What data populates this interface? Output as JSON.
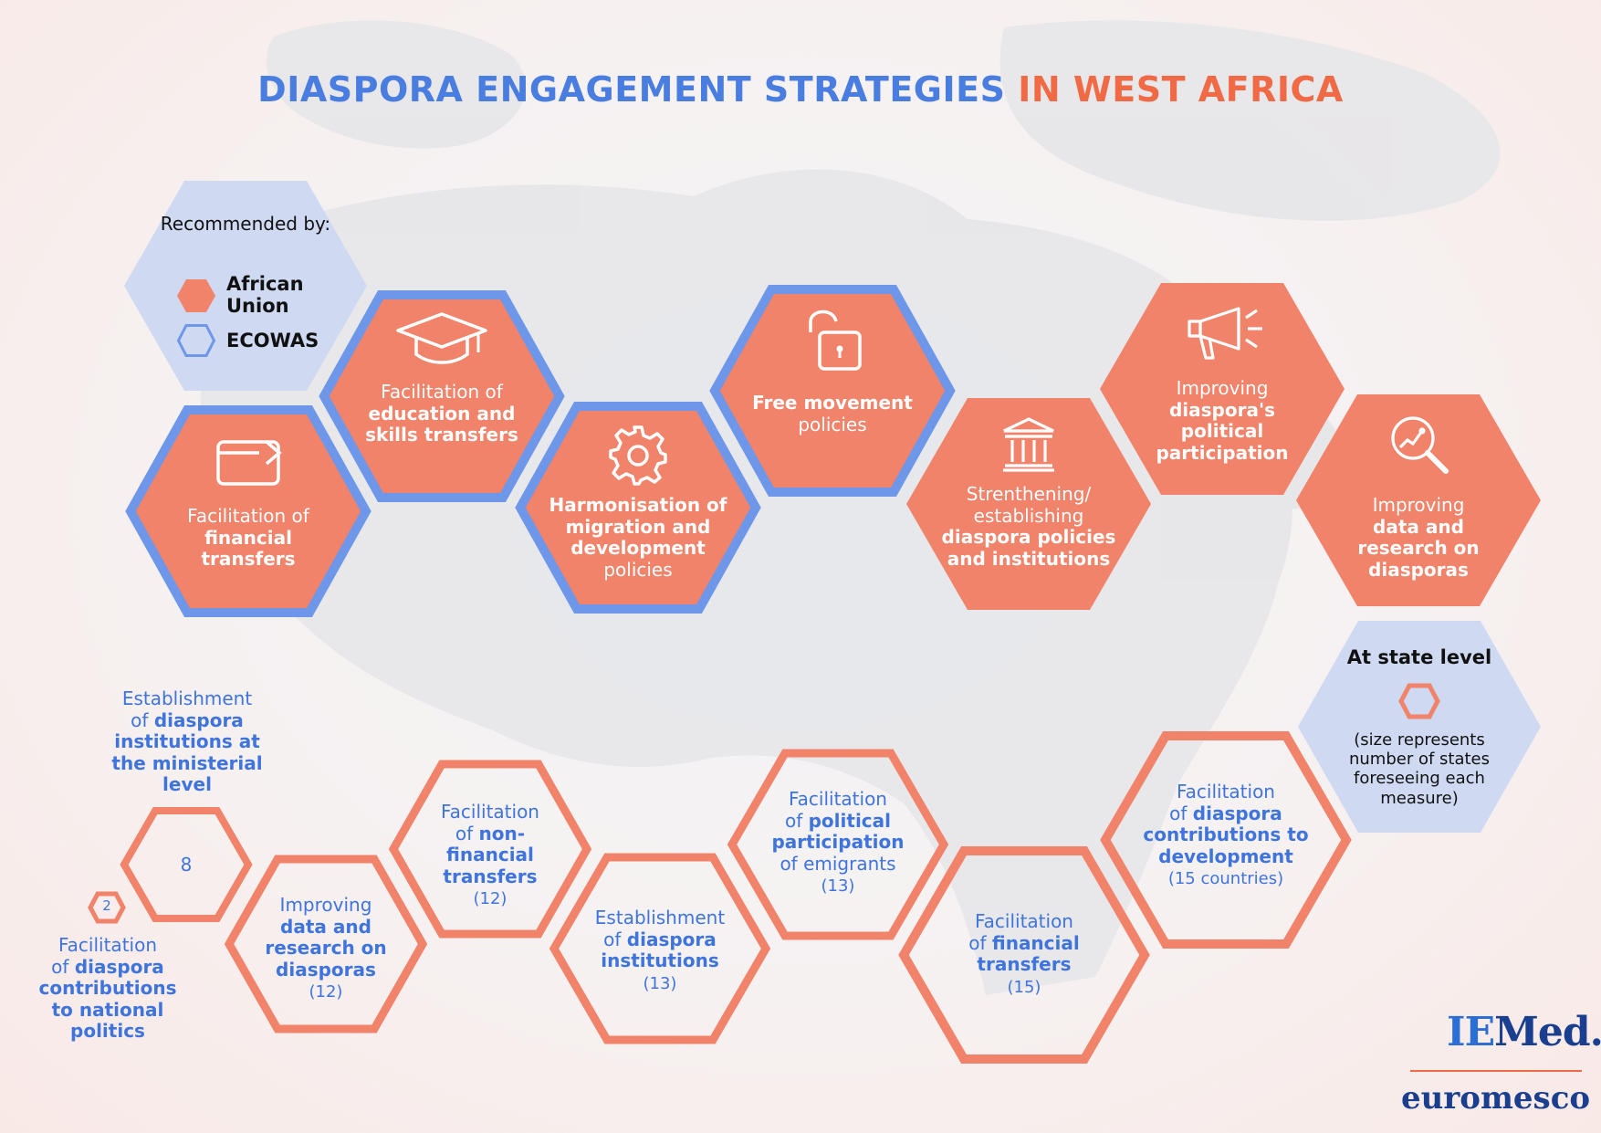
{
  "title": {
    "part1": "DIASPORA ENGAGEMENT STRATEGIES",
    "part2": "IN WEST AFRICA"
  },
  "colors": {
    "orange": "#f0836a",
    "blue": "#6e97ea",
    "light_blue": "#cfdaf2",
    "blue_text": "#3f74dc"
  },
  "legend": {
    "heading": "Recommended by:",
    "au": "African Union",
    "ecowas": "ECOWAS"
  },
  "regional": [
    {
      "icon": "card-icon",
      "normal": "Facilitation of",
      "bold": "financial transfers"
    },
    {
      "icon": "graduation-cap-icon",
      "normal": "Facilitation of",
      "bold": "education and skills transfers"
    },
    {
      "icon": "gear-icon",
      "bold": "Harmonisation of migration and development",
      "normal2": "policies"
    },
    {
      "icon": "unlock-icon",
      "bold": "Free movement",
      "normal2": "policies",
      "normal": ""
    },
    {
      "icon": "institution-icon",
      "normal": "Strenthening/ establishing",
      "bold": "diaspora policies and institutions"
    },
    {
      "icon": "megaphone-icon",
      "normal": "Improving",
      "bold": "diaspora's political participation"
    },
    {
      "icon": "magnifier-chart-icon",
      "normal": "Improving",
      "bold": "data and research on diasporas"
    }
  ],
  "state_legend": {
    "heading": "At state level",
    "note": "(size represents number of states foreseeing each measure)"
  },
  "state": [
    {
      "lead": "Establishment",
      "pre": "of",
      "bold": "diaspora institutions at the ministerial level",
      "count": "8"
    },
    {
      "lead": "Facilitation",
      "pre": "of",
      "bold": "diaspora contributions to national politics",
      "count": "2"
    },
    {
      "normal": "Improving",
      "bold": "data and research on diasporas",
      "count": "(12)"
    },
    {
      "normal": "Facilitation",
      "pre": "of",
      "bold": "non-financial transfers",
      "count": "(12)"
    },
    {
      "normal": "Establishment",
      "pre": "of",
      "bold": "diaspora institutions",
      "count": "(13)"
    },
    {
      "normal": "Facilitation",
      "pre": "of",
      "bold": "political participation",
      "post": "of emigrants",
      "count": "(13)"
    },
    {
      "normal": "Facilitation",
      "pre": "of",
      "bold": "financial transfers",
      "count": "(15)"
    },
    {
      "normal": "Facilitation",
      "pre": "of",
      "bold": "diaspora contributions to development",
      "count": "(15 countries)"
    }
  ],
  "logos": {
    "iemed_ie": "IE",
    "iemed_med": "Med.",
    "euromesco": "euromesco"
  }
}
